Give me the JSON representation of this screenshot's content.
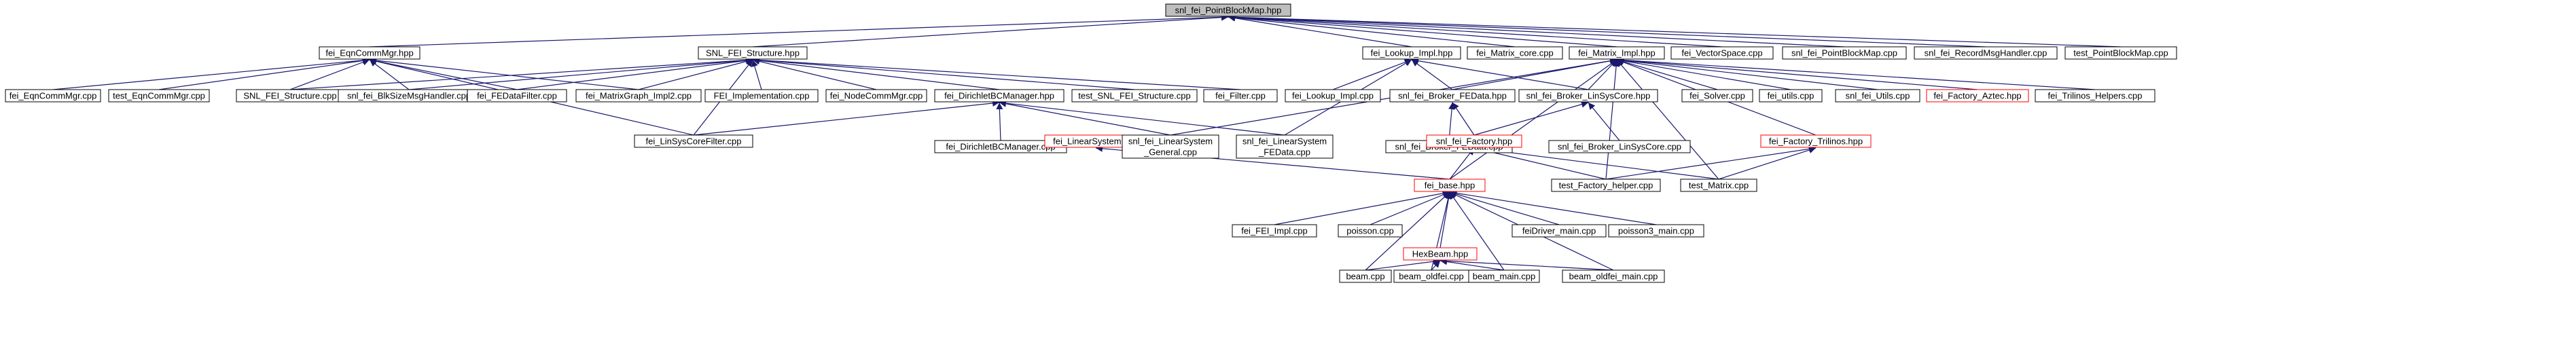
{
  "colors": {
    "edge": "#191970",
    "box_border_normal": "#000000",
    "box_border_truncated": "#ff0000",
    "root_fill": "#bfbfbf",
    "box_fill": "#ffffff",
    "text": "#000000"
  },
  "nodes": {
    "root": "snl_fei_PointBlockMap.hpp",
    "eqncommmgr_hpp": "fei_EqnCommMgr.hpp",
    "snl_fei_structure_hpp": "SNL_FEI_Structure.hpp",
    "fei_lookup_impl_hpp": "fei_Lookup_Impl.hpp",
    "fei_matrix_core_cpp": "fei_Matrix_core.cpp",
    "fei_matrix_impl_hpp": "fei_Matrix_Impl.hpp",
    "fei_vectorspace_cpp": "fei_VectorSpace.cpp",
    "snl_fei_pointblockmap_cpp": "snl_fei_PointBlockMap.cpp",
    "snl_fei_recordmsghandler_cpp": "snl_fei_RecordMsgHandler.cpp",
    "test_pointblockmap_cpp": "test_PointBlockMap.cpp",
    "fei_eqncommmgr_cpp": "fei_EqnCommMgr.cpp",
    "test_eqncommmgr_cpp": "test_EqnCommMgr.cpp",
    "snl_fei_structure_cpp": "SNL_FEI_Structure.cpp",
    "snl_fei_blksizemsghandler_cpp": "snl_fei_BlkSizeMsgHandler.cpp",
    "fei_fedatafilter_cpp": "fei_FEDataFilter.cpp",
    "fei_matrixgraph_impl2_cpp": "fei_MatrixGraph_Impl2.cpp",
    "fei_implementation_cpp": "FEI_Implementation.cpp",
    "fei_nodecommmgr_cpp": "fei_NodeCommMgr.cpp",
    "fei_dirichletbcmanager_hpp": "fei_DirichletBCManager.hpp",
    "test_snl_fei_structure_cpp": "test_SNL_FEI_Structure.cpp",
    "fei_filter_cpp": "fei_Filter.cpp",
    "fei_lookup_impl_cpp": "fei_Lookup_Impl.cpp",
    "snl_fei_broker_fedata_hpp": "snl_fei_Broker_FEData.hpp",
    "snl_fei_broker_linsyscore_hpp": "snl_fei_Broker_LinSysCore.hpp",
    "fei_solver_cpp": "fei_Solver.cpp",
    "fei_utils_cpp": "fei_utils.cpp",
    "snl_fei_utils_cpp": "snl_fei_Utils.cpp",
    "fei_factory_aztec_hpp": "fei_Factory_Aztec.hpp",
    "fei_trilinos_helpers_cpp": "fei_Trilinos_Helpers.cpp",
    "fei_linsyscorefilter_cpp": "fei_LinSysCoreFilter.cpp",
    "fei_dirichletbcmanager_cpp": "fei_DirichletBCManager.cpp",
    "fei_linearsystem_hpp": "fei_LinearSystem.hpp",
    "snl_fei_linearsystem_general_cpp": [
      "snl_fei_LinearSystem",
      "_General.cpp"
    ],
    "snl_fei_linearsystem_fedata_cpp": [
      "snl_fei_LinearSystem",
      "_FEData.cpp"
    ],
    "snl_fei_broker_fedata_cpp": "snl_fei_Broker_FEData.cpp",
    "snl_fei_factory_hpp": "snl_fei_Factory.hpp",
    "snl_fei_broker_linsyscore_cpp": "snl_fei_Broker_LinSysCore.cpp",
    "fei_factory_trilinos_hpp": "fei_Factory_Trilinos.hpp",
    "test_factory_helper_cpp": "test_Factory_helper.cpp",
    "test_matrix_cpp": "test_Matrix.cpp",
    "fei_base_hpp": "fei_base.hpp",
    "fei_fei_impl_cpp": "fei_FEI_Impl.cpp",
    "poisson_cpp": "poisson.cpp",
    "hexbeam_hpp": "HexBeam.hpp",
    "feidriver_main_cpp": "feiDriver_main.cpp",
    "poisson3_main_cpp": "poisson3_main.cpp",
    "beam_cpp": "beam.cpp",
    "beam_oldfei_cpp": "beam_oldfei.cpp",
    "beam_main_cpp": "beam_main.cpp",
    "beam_oldfei_main_cpp": "beam_oldfei_main.cpp"
  }
}
